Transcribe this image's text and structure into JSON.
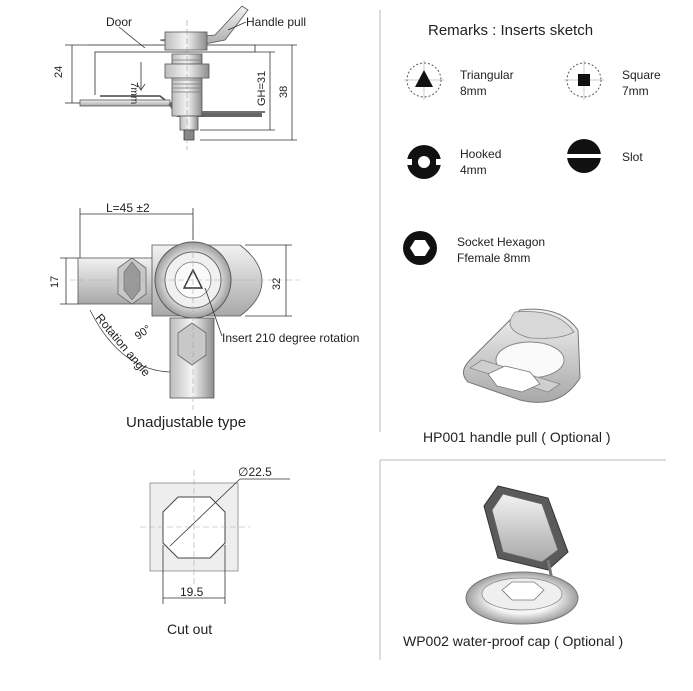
{
  "top_left": {
    "label_door": "Door",
    "label_handle_pull": "Handle pull",
    "dim_24": "24",
    "dim_7mm": "7mm",
    "dim_gh": "GH=31",
    "dim_38": "38"
  },
  "middle_left": {
    "dim_length": "L=45 ±2",
    "dim_17": "17",
    "dim_32": "32",
    "angle": "90°",
    "rotation_label": "Rotation angle",
    "insert_rotation": "Insert 210 degree rotation",
    "caption": "Unadjustable type"
  },
  "bottom_left": {
    "dim_diameter": "∅22.5",
    "dim_19_5": "19.5",
    "caption": "Cut out"
  },
  "remarks": {
    "title": "Remarks : Inserts sketch",
    "inserts": [
      {
        "name": "Triangular",
        "size": "8mm"
      },
      {
        "name": "Square",
        "size": "7mm"
      },
      {
        "name": "Hooked",
        "size": "4mm"
      },
      {
        "name": "Slot",
        "size": ""
      },
      {
        "name": "Socket Hexagon",
        "size": "Ffemale 8mm"
      }
    ]
  },
  "hp001": {
    "caption": "HP001 handle pull ( Optional )"
  },
  "wp002": {
    "caption": "WP002 water-proof cap ( Optional )"
  },
  "colors": {
    "metal_light": "#e8e8e8",
    "metal_dark": "#9a9a9a",
    "ink": "#222222"
  }
}
